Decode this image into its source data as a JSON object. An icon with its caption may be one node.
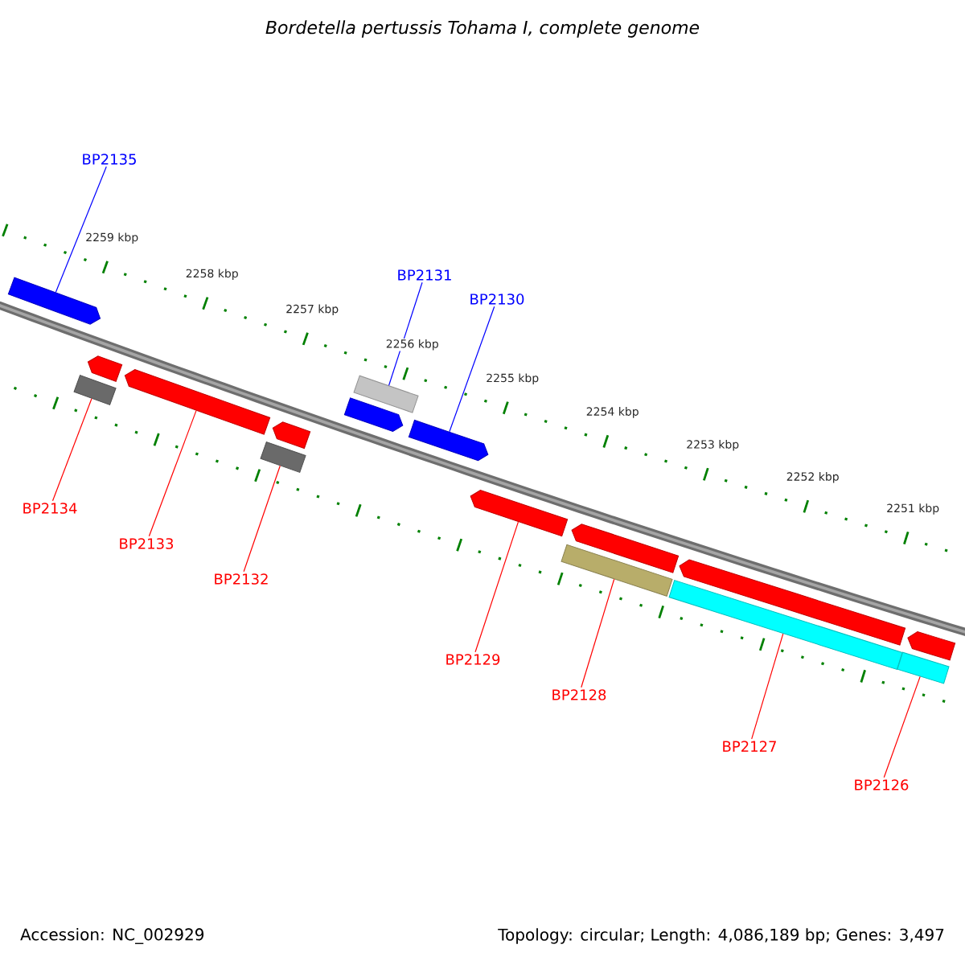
{
  "diagram": {
    "title": "Bordetella pertussis Tohama I, complete genome",
    "nodes": [
      {
        "text": [
          "BP2135"
        ]
      },
      {
        "text": [
          "BP2131"
        ]
      },
      {
        "text": [
          "BP2130"
        ]
      },
      {
        "text": [
          "BP2134"
        ]
      },
      {
        "text": [
          "BP2133"
        ]
      },
      {
        "text": [
          "BP2132"
        ]
      },
      {
        "text": [
          "BP2129"
        ]
      },
      {
        "text": [
          "BP2128"
        ]
      },
      {
        "text": [
          "BP2127"
        ]
      },
      {
        "text": [
          "BP2126"
        ]
      },
      {
        "text": [],
        "shape": "pentagon"
      },
      {
        "text": [],
        "shape": "bar"
      },
      {
        "text": [],
        "shape": "pentagon"
      },
      {
        "text": [],
        "shape": "pentagon"
      },
      {
        "text": [],
        "shape": "bar"
      },
      {
        "text": [],
        "shape": "pentagon"
      },
      {
        "text": [],
        "shape": "pentagon"
      },
      {
        "text": [],
        "shape": "bar"
      },
      {
        "text": [],
        "shape": "pentagon"
      },
      {
        "text": [],
        "shape": "pentagon"
      },
      {
        "text": [],
        "shape": "bar"
      },
      {
        "text": [],
        "shape": "pentagon"
      },
      {
        "text": [],
        "shape": "bar"
      },
      {
        "text": [],
        "shape": "pentagon"
      },
      {
        "text": [],
        "shape": "bar"
      },
      {
        "text": [],
        "shape": "pentagon"
      }
    ],
    "edges": [
      {
        "from": 0,
        "to": 10,
        "arrow": "none",
        "color": "#0000ff"
      },
      {
        "from": 1,
        "to": 17,
        "arrow": "none",
        "color": "#0000ff"
      },
      {
        "from": 2,
        "to": 18,
        "arrow": "none",
        "color": "#0000ff"
      },
      {
        "from": 3,
        "to": 11,
        "arrow": "none"
      },
      {
        "from": 4,
        "to": 13,
        "arrow": "none"
      },
      {
        "from": 5,
        "to": 14,
        "arrow": "none"
      },
      {
        "from": 6,
        "to": 19,
        "arrow": "none"
      },
      {
        "from": 7,
        "to": 20,
        "arrow": "none"
      },
      {
        "from": 8,
        "to": 22,
        "arrow": "none"
      },
      {
        "from": 9,
        "to": 24,
        "arrow": "none"
      }
    ],
    "labels": [
      "2259 kbp",
      "2258 kbp",
      "2257 kbp",
      "2256 kbp",
      "2255 kbp",
      "2254 kbp",
      "2253 kbp",
      "2252 kbp",
      "2251 kbp",
      "Accession: NC_002929",
      "Topology: circular; Length: 4,086,189 bp; Genes: 3,497"
    ]
  }
}
